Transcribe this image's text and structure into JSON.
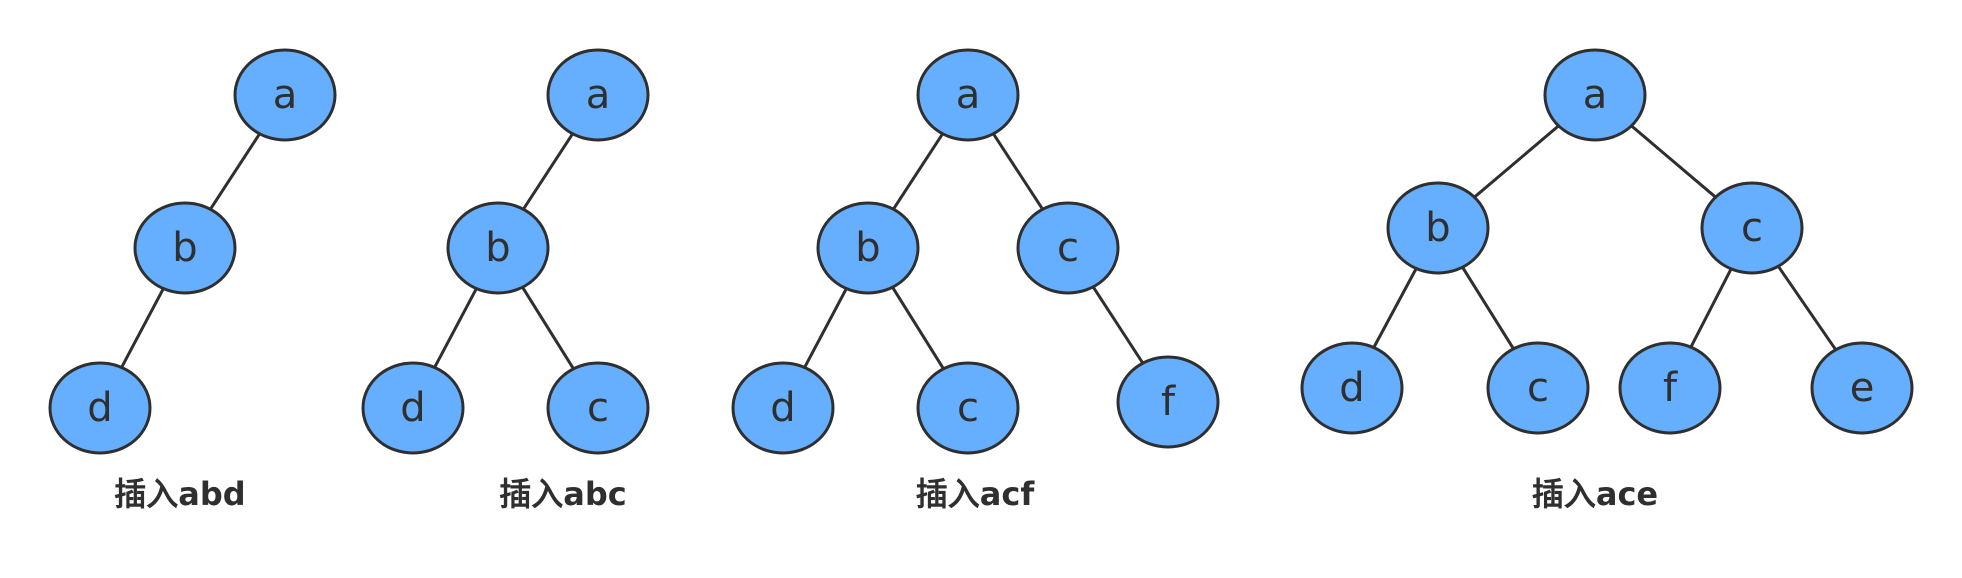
{
  "style": {
    "node_fill": "#66afff",
    "stroke_color": "#2f2f2f",
    "text_color": "#2f2f2f"
  },
  "trees": [
    {
      "caption": "插入abd",
      "nodes": [
        {
          "id": "a",
          "label": "a"
        },
        {
          "id": "b",
          "label": "b"
        },
        {
          "id": "d",
          "label": "d"
        }
      ],
      "edges": [
        [
          "a",
          "b"
        ],
        [
          "b",
          "d"
        ]
      ]
    },
    {
      "caption": "插入abc",
      "nodes": [
        {
          "id": "a",
          "label": "a"
        },
        {
          "id": "b",
          "label": "b"
        },
        {
          "id": "d",
          "label": "d"
        },
        {
          "id": "c",
          "label": "c"
        }
      ],
      "edges": [
        [
          "a",
          "b"
        ],
        [
          "b",
          "d"
        ],
        [
          "b",
          "c"
        ]
      ]
    },
    {
      "caption": "插入acf",
      "nodes": [
        {
          "id": "a",
          "label": "a"
        },
        {
          "id": "b",
          "label": "b"
        },
        {
          "id": "c",
          "label": "c"
        },
        {
          "id": "d",
          "label": "d"
        },
        {
          "id": "c2",
          "label": "c"
        },
        {
          "id": "f",
          "label": "f"
        }
      ],
      "edges": [
        [
          "a",
          "b"
        ],
        [
          "a",
          "c"
        ],
        [
          "b",
          "d"
        ],
        [
          "b",
          "c2"
        ],
        [
          "c",
          "f"
        ]
      ]
    },
    {
      "caption": "插入ace",
      "nodes": [
        {
          "id": "a",
          "label": "a"
        },
        {
          "id": "b",
          "label": "b"
        },
        {
          "id": "c",
          "label": "c"
        },
        {
          "id": "d",
          "label": "d"
        },
        {
          "id": "c2",
          "label": "c"
        },
        {
          "id": "f",
          "label": "f"
        },
        {
          "id": "e",
          "label": "e"
        }
      ],
      "edges": [
        [
          "a",
          "b"
        ],
        [
          "a",
          "c"
        ],
        [
          "b",
          "d"
        ],
        [
          "b",
          "c2"
        ],
        [
          "c",
          "f"
        ],
        [
          "c",
          "e"
        ]
      ]
    }
  ]
}
